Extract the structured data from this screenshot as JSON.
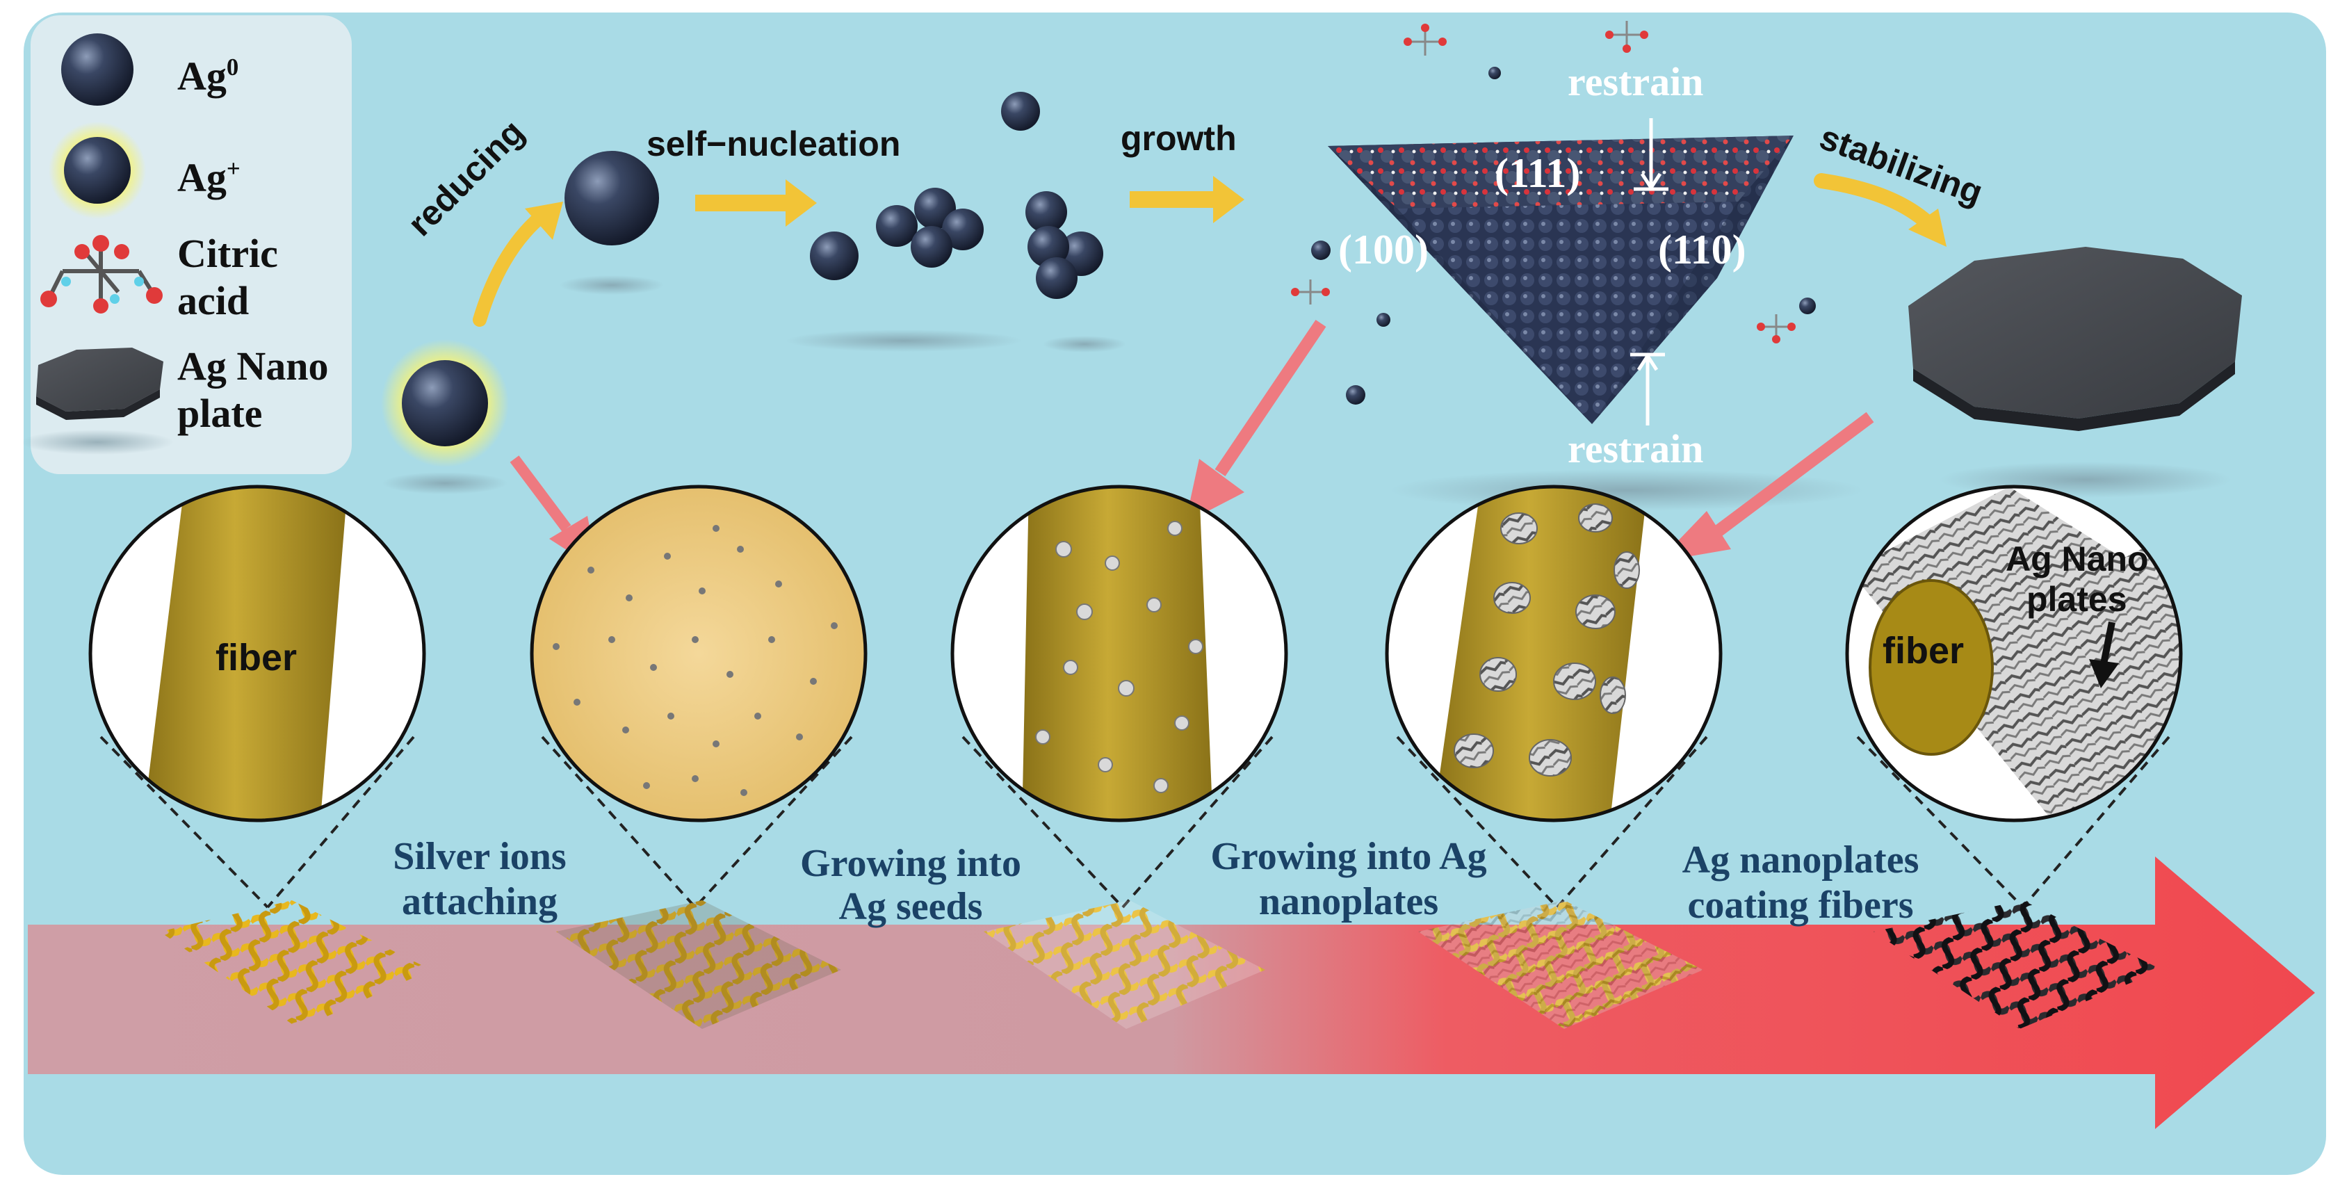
{
  "legend": {
    "ag0": {
      "base": "Ag",
      "sup": "0"
    },
    "agplus": {
      "base": "Ag",
      "sup": "+"
    },
    "citric": [
      "Citric",
      "acid"
    ],
    "plate": [
      "Ag Nano",
      "plate"
    ]
  },
  "process": {
    "reducing": "reducing",
    "self_nucleation": "self−nucleation",
    "growth": "growth",
    "stabilizing": "stabilizing"
  },
  "crystal": {
    "restrain_top": "restrain",
    "restrain_bottom": "restrain",
    "face_111": "(111)",
    "face_100": "(100)",
    "face_110": "(110)"
  },
  "circles": {
    "fiber_label": "fiber",
    "last_fiber_label": "fiber",
    "nano_label": [
      "Ag Nano",
      "plates"
    ]
  },
  "steps": [
    [
      "Silver ions",
      "attaching"
    ],
    [
      "Growing into",
      "Ag seeds"
    ],
    [
      "Growing into Ag",
      "nanoplates"
    ],
    [
      "Ag nanoplates",
      "coating fibers"
    ]
  ],
  "colors": {
    "background": "#a9dbe6",
    "arrow_start": "#cf9aa2",
    "arrow_end": "#f04b55",
    "fiber": "#b79a2a",
    "sphere": "#27324a",
    "plate": "#3c3f45",
    "step_text": "#1b4266"
  }
}
